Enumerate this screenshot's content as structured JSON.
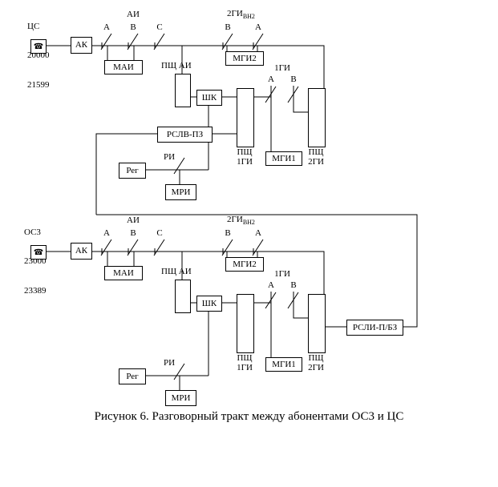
{
  "caption": "Рисунок 6. Разговорный тракт между абонентами ОС3 и ЦС",
  "stations": [
    {
      "name": "ЦС",
      "number_top": "20000",
      "number_bottom": "21599",
      "ak": "АК",
      "ai": "АИ",
      "contact_a": "А",
      "contact_b": "В",
      "contact_c": "С",
      "mai": "МАИ",
      "gi2_label": "2ГИ",
      "gi2_sub": "ВН2",
      "gi2_contact_b": "В",
      "gi2_contact_a": "А",
      "mgi2": "МГИ2",
      "pshch_ai": "ПЩ АИ",
      "shk": "ШК",
      "gi1_label": "1ГИ",
      "gi1_contact_a": "А",
      "gi1_contact_b": "В",
      "pshch_1gi": "ПЩ\n1ГИ",
      "mgi1": "МГИ1",
      "pshch_2gi": "ПЩ\n2ГИ",
      "rsl": "РСЛВ-ПЗ",
      "reg": "Рег",
      "ri": "РИ",
      "mri": "МРИ"
    },
    {
      "name": "ОС3",
      "number_top": "23000",
      "number_bottom": "23389",
      "ak": "АК",
      "ai": "АИ",
      "contact_a": "А",
      "contact_b": "В",
      "contact_c": "С",
      "mai": "МАИ",
      "gi2_label": "2ГИ",
      "gi2_sub": "ВН2",
      "gi2_contact_b": "В",
      "gi2_contact_a": "А",
      "mgi2": "МГИ2",
      "pshch_ai": "ПЩ АИ",
      "shk": "ШК",
      "gi1_label": "1ГИ",
      "gi1_contact_a": "А",
      "gi1_contact_b": "В",
      "pshch_1gi": "ПЩ\n1ГИ",
      "mgi1": "МГИ1",
      "pshch_2gi": "ПЩ\n2ГИ",
      "rsl": "РСЛИ-П/БЗ",
      "reg": "Рег",
      "ri": "РИ",
      "mri": "МРИ"
    }
  ]
}
